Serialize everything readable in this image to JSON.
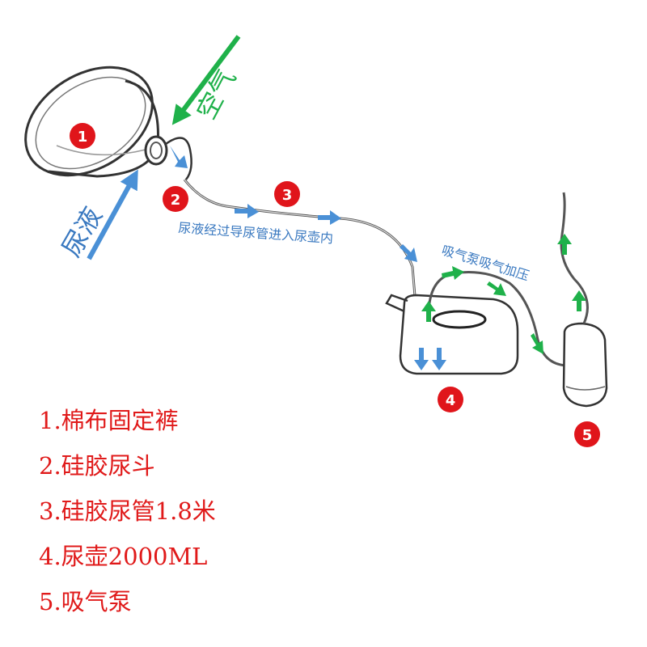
{
  "labels": {
    "air": "空气",
    "urine": "尿液",
    "flow_note": "尿液经过导尿管进入尿壶内",
    "pump_note": "吸气泵吸气加压"
  },
  "badges": [
    "1",
    "2",
    "3",
    "4",
    "5"
  ],
  "legend": [
    "1.棉布固定裤",
    "2.硅胶尿斗",
    "3.硅胶尿管1.8米",
    "4.尿壶2000ML",
    "5.吸气泵"
  ],
  "colors": {
    "badge": "#e0151b",
    "legend_text": "#e01a1a",
    "air_arrow": "#1fb14a",
    "urine_arrow": "#4a90d6",
    "note_text": "#3a79c0",
    "outline": "#333333"
  },
  "icons": [
    "urine-funnel",
    "tube",
    "urine-bottle",
    "suction-pump",
    "flow-arrow"
  ]
}
